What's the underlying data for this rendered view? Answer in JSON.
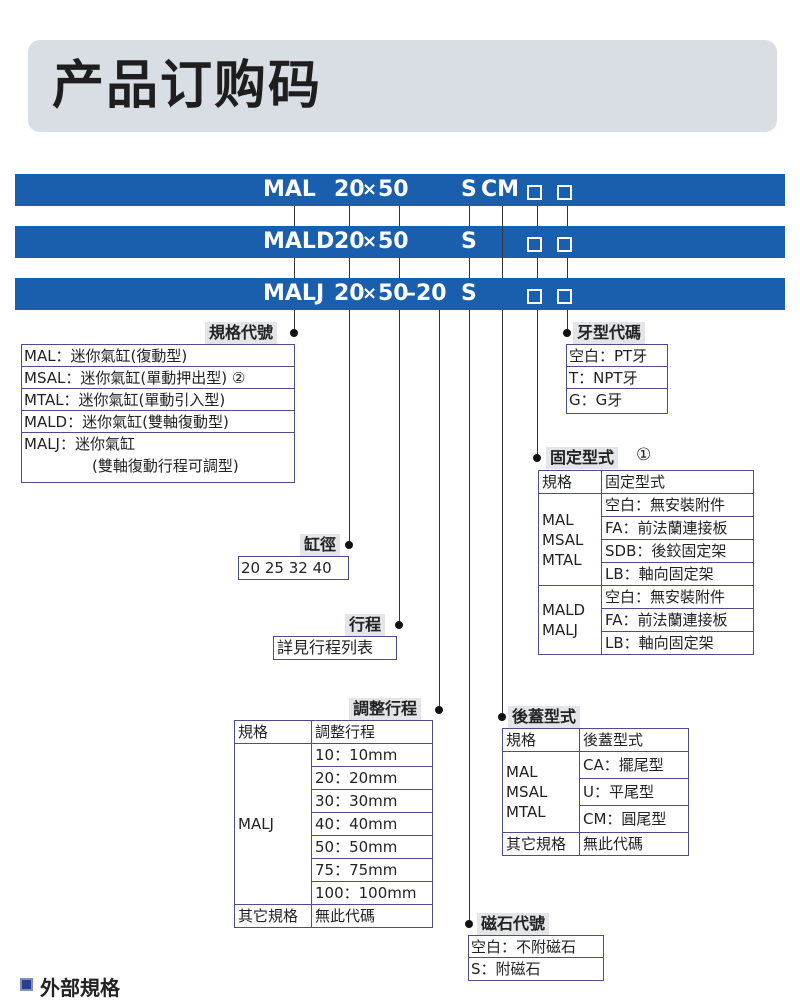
{
  "title": "产品订购码",
  "bands": [
    {
      "model": "MAL",
      "size": "20",
      "times": "×",
      "stroke": "50",
      "adj": "",
      "s": "S",
      "cm": "CM"
    },
    {
      "model": "MALD",
      "size": "20",
      "times": "×",
      "stroke": "50",
      "adj": "",
      "s": "S",
      "cm": ""
    },
    {
      "model": "MALJ",
      "size": "20",
      "times": "×",
      "stroke": "50",
      "adj": "–20",
      "s": "S",
      "cm": ""
    }
  ],
  "spec": {
    "label": "規格代號",
    "rows": [
      "MAL：迷你氣缸(復動型)",
      "MSAL：迷你氣缸(單動押出型) ②",
      "MTAL：迷你氣缸(單動引入型)",
      "MALD：迷你氣缸(雙軸復動型)",
      "MALJ：迷你氣缸"
    ],
    "row5b": "(雙軸復動行程可調型)"
  },
  "bore": {
    "label": "缸徑",
    "value": "20 25 32 40"
  },
  "stroke": {
    "label": "行程",
    "value": "詳見行程列表"
  },
  "adjust": {
    "label": "調整行程",
    "h1": "規格",
    "h2": "調整行程",
    "group": "MALJ",
    "values": [
      "10：10mm",
      "20：20mm",
      "30：30mm",
      "40：40mm",
      "50：50mm",
      "75：75mm",
      "100：100mm"
    ],
    "other": "其它規格",
    "other_v": "無此代碼"
  },
  "thread": {
    "label": "牙型代碼",
    "rows": [
      "空白：PT牙",
      "T：NPT牙",
      "G：G牙"
    ]
  },
  "mount": {
    "label": "固定型式",
    "note": "①",
    "h1": "規格",
    "h2": "固定型式",
    "g1": [
      "MAL",
      "MSAL",
      "MTAL"
    ],
    "g1v": [
      "空白：無安裝附件",
      "FA：前法蘭連接板",
      "SDB：後鉸固定架",
      "LB：軸向固定架"
    ],
    "g2": [
      "MALD",
      "MALJ"
    ],
    "g2v": [
      "空白：無安裝附件",
      "FA：前法蘭連接板",
      "LB：軸向固定架"
    ]
  },
  "cover": {
    "label": "後蓋型式",
    "h1": "規格",
    "h2": "後蓋型式",
    "g": [
      "MAL",
      "MSAL",
      "MTAL"
    ],
    "gv": [
      "CA：擺尾型",
      "U：平尾型",
      "CM：圓尾型"
    ],
    "other": "其它規格",
    "other_v": "無此代碼"
  },
  "magnet": {
    "label": "磁石代號",
    "rows": [
      "空白：不附磁石",
      "S：附磁石"
    ]
  },
  "footer": "外部規格"
}
